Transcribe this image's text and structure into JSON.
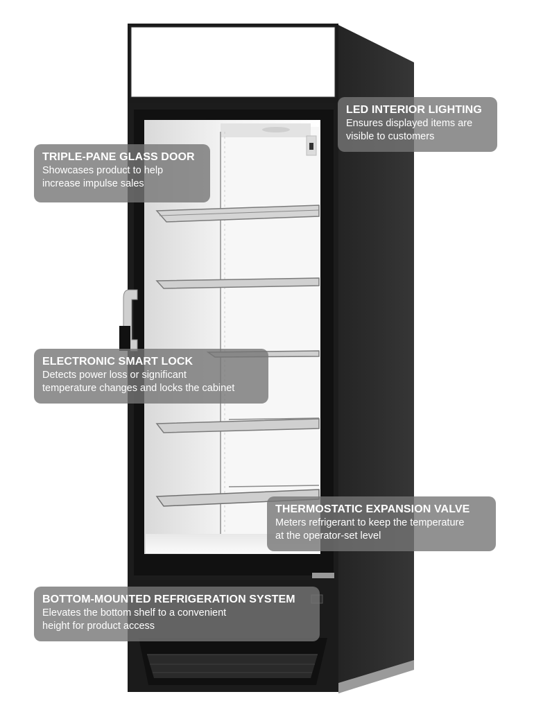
{
  "callouts": [
    {
      "id": "led",
      "title": "LED INTERIOR LIGHTING",
      "lines": [
        "Ensures displayed items are",
        "visible to customers"
      ]
    },
    {
      "id": "glass",
      "title": "TRIPLE-PANE GLASS DOOR",
      "lines": [
        "Showcases product to help",
        "increase impulse sales"
      ]
    },
    {
      "id": "lock",
      "title": "ELECTRONIC SMART LOCK",
      "lines": [
        "Detects power loss or significant",
        "temperature changes and locks the cabinet"
      ]
    },
    {
      "id": "valve",
      "title": "THERMOSTATIC EXPANSION VALVE",
      "lines": [
        "Meters refrigerant to keep the temperature",
        "at the operator-set level"
      ]
    },
    {
      "id": "refrig",
      "title": "BOTTOM-MOUNTED REFRIGERATION SYSTEM",
      "lines": [
        "Elevates the bottom shelf to a convenient",
        "height for product access"
      ]
    }
  ],
  "colors": {
    "cabinet": "#1f1f1f",
    "cabinet_side": "#2b2b2b",
    "interior": "#f4f4f4",
    "callout_bg": "#767676",
    "callout_text": "#ffffff"
  }
}
